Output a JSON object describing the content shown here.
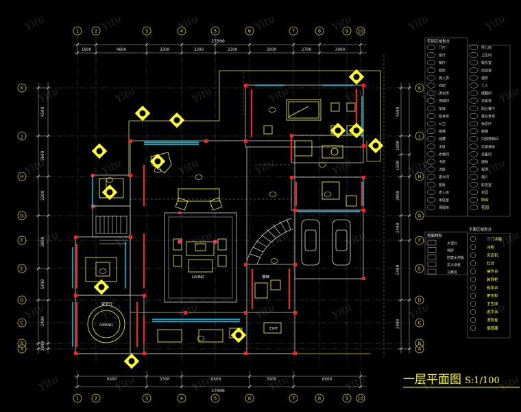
{
  "drawing": {
    "title": "一层平面图",
    "scale": "S:1/100",
    "watermark": "Yitu"
  },
  "grid": {
    "top_axis_labels": [
      "1",
      "2",
      "3",
      "4",
      "5",
      "6",
      "7",
      "8",
      "9",
      "10"
    ],
    "bottom_axis_labels": [
      "1",
      "2",
      "3",
      "4",
      "5",
      "6",
      "7",
      "8",
      "9",
      "10"
    ],
    "left_axis_labels": [
      "K",
      "J",
      "H",
      "G",
      "F",
      "E",
      "D",
      "C",
      "B",
      "A"
    ],
    "right_axis_labels": [
      "K",
      "J",
      "H",
      "G",
      "F",
      "E",
      "D",
      "C",
      "B",
      "A"
    ]
  },
  "dimensions": {
    "top_total": "27000",
    "top_segments": [
      "1800",
      "4800",
      "3300",
      "3300",
      "3300",
      "3900",
      "2700",
      "3900"
    ],
    "bottom_segments": [
      "6600",
      "3300",
      "6600",
      "3900",
      "6600"
    ],
    "bottom_total": "27000",
    "left_segments": [
      "4500",
      "3600",
      "3300",
      "3600",
      "5400",
      "2400",
      "3000"
    ],
    "right_segments": [
      "4500",
      "1800",
      "1500",
      "3000",
      "2400",
      "5400",
      "3000"
    ]
  },
  "rooms": {
    "living": "LIVING",
    "dining": "DINING",
    "exit": "EXIT",
    "stair_label": "楼梯",
    "family_room": "家庭厅"
  },
  "legend_room_types": {
    "header": "空间区域划分",
    "left_col": [
      "门厅",
      "客厅",
      "餐厅",
      "厨房",
      "佣人房",
      "西厨",
      "洗衣房",
      "保姆间",
      "车库",
      "健身房",
      "公卫",
      "楼梯",
      "储藏",
      "主卧",
      "衣帽间",
      "书房",
      "次卧",
      "更衣间",
      "客卧",
      "老人房",
      "家庭室",
      "保姆房"
    ],
    "right_col": [
      "男儿房",
      "卫生间",
      "娱乐室",
      "阅读室",
      "视听",
      "工人",
      "储藏间",
      "会客室",
      "阳台餐厅",
      "露台景观",
      "休息厅",
      "楼梯",
      "内部楼梯间",
      "走廊通道",
      "设备间",
      "储物",
      "客房",
      "佣人",
      "影音室",
      "花园",
      "阳台",
      "花园"
    ]
  },
  "legend_materials": {
    "header": "地面材料",
    "items": [
      "大理石",
      "地砖",
      "防腐木地板",
      "实木地板",
      "马赛克"
    ]
  },
  "legend_functions": {
    "header": "平面区域划分",
    "items": [
      "三门冰箱",
      "冰柜",
      "洗衣机",
      "灶台",
      "操作台",
      "装饰柜",
      "梳妆台",
      "更衣柜",
      "卫生间",
      "洗手台",
      "消防栓",
      "烟感器"
    ]
  },
  "colors": {
    "background": "#000000",
    "wall": "#ff2020",
    "window": "#00e0ff",
    "furniture": "#ffff40",
    "grid_line": "#c8c8c8",
    "bubble": "#d8c840",
    "title": "#ffff00"
  }
}
